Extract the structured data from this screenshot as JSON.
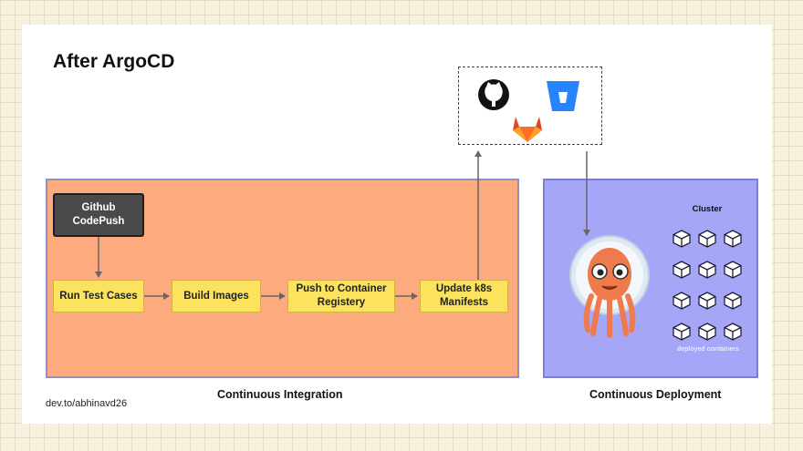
{
  "title": "After ArgoCD",
  "footer": "dev.to/abhinavd26",
  "source_control_icons": [
    "github-icon",
    "bitbucket-icon",
    "gitlab-icon"
  ],
  "ci": {
    "label": "Continuous Integration",
    "trigger": "Github\nCodePush",
    "steps": [
      "Run Test Cases",
      "Build Images",
      "Push to Container\nRegistery",
      "Update k8s\nManifests"
    ]
  },
  "cd": {
    "label": "Continuous Deployment",
    "cluster_label": "Cluster",
    "deployed_label": "deployed containers",
    "argo_icon": "argo-octopus-icon",
    "container_icon": "cube-icon",
    "container_count": 12
  },
  "colors": {
    "ci_background": "#fdab7e",
    "cd_background": "#a5a6f8",
    "step_fill": "#fbe35d",
    "trigger_fill": "#4a4a4a"
  }
}
